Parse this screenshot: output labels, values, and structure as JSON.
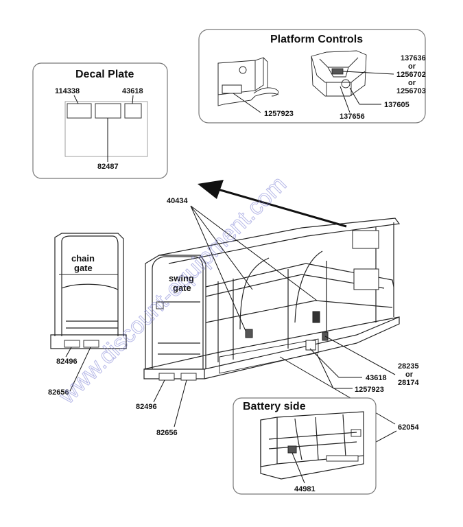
{
  "watermark": "www.discount-equipment.com",
  "panels": {
    "decal_plate": {
      "title": "Decal Plate",
      "parts": {
        "a": "114338",
        "b": "43618",
        "c": "82487"
      }
    },
    "platform_controls": {
      "title": "Platform Controls",
      "parts": {
        "control_box": "1257923",
        "alt_top": "137636",
        "or1": "or",
        "alt_mid": "1256702",
        "or2": "or",
        "alt_bot": "1256703",
        "right": "137605",
        "bottom": "137656"
      }
    },
    "battery_side": {
      "title": "Battery side",
      "parts": {
        "bottom": "44981"
      }
    }
  },
  "platform": {
    "chain_gate_label": [
      "chain",
      "gate"
    ],
    "swing_gate_label": [
      "swing",
      "gate"
    ]
  },
  "callouts": {
    "top": "40434",
    "chain_gate_left": "82496",
    "chain_gate_bottom": "82656",
    "swing_gate_left": "82496",
    "swing_gate_bottom": "82656",
    "right_top": "28235",
    "right_or": "or",
    "right_bot": "28174",
    "mid_right": "43618",
    "mid_right2": "1257923",
    "far_right": "62054"
  }
}
